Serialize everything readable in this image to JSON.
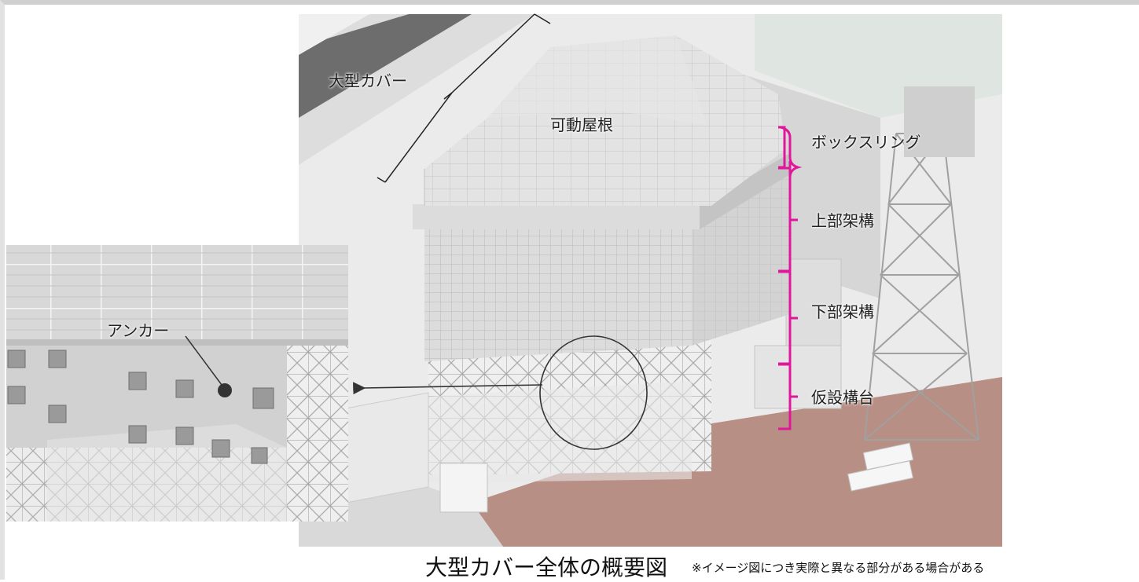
{
  "labels": {
    "large_cover": "大型カバー",
    "movable_roof": "可動屋根",
    "box_ring": "ボックスリング",
    "upper_frame": "上部架構",
    "lower_frame": "下部架構",
    "temporary_platform": "仮設構台",
    "anchor": "アンカー"
  },
  "caption": "大型カバー全体の概要図",
  "note": "※イメージ図につき実際と異なる部分がある場合がある",
  "colors": {
    "bracket": "#e0179a",
    "ground": "#b88f84",
    "building": "#e7e7e7",
    "panel": "#cfcfcf",
    "roof": "#d9d9d9"
  },
  "icons": [
    "arrow-icon",
    "magnifier-circle-icon",
    "leader-line-icon"
  ]
}
